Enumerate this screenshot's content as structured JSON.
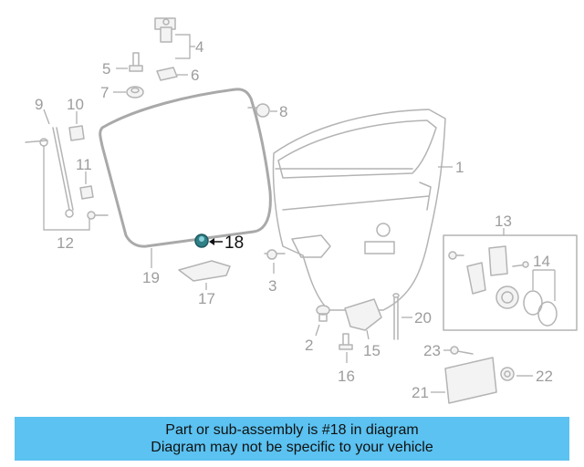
{
  "callouts": {
    "c1": "1",
    "c2": "2",
    "c3": "3",
    "c4": "4",
    "c5": "5",
    "c6": "6",
    "c7": "7",
    "c8": "8",
    "c9": "9",
    "c10": "10",
    "c11": "11",
    "c12": "12",
    "c13": "13",
    "c14": "14",
    "c15": "15",
    "c16": "16",
    "c17": "17",
    "c18": "18",
    "c19": "19",
    "c20": "20",
    "c21": "21",
    "c22": "22",
    "c23": "23"
  },
  "highlight": {
    "part_number": "18",
    "color": "#2f7f86",
    "arrow_color": "#111111"
  },
  "banner": {
    "line1": "Part or sub-assembly is #18 in diagram",
    "line2": "Diagram may not be specific to your vehicle",
    "background": "#5bc2f1"
  }
}
